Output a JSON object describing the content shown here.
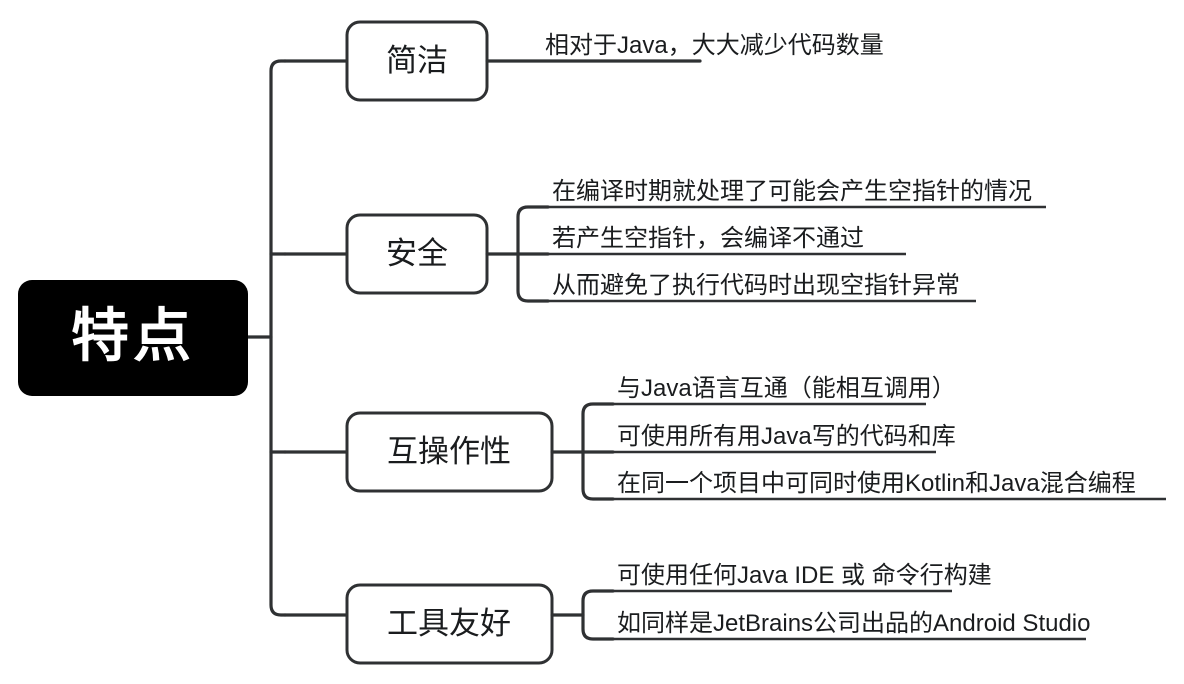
{
  "diagram": {
    "type": "mind-map",
    "direction": "left-to-right",
    "background_color": "#ffffff",
    "line_color": "#2f3133",
    "root": {
      "label": "特点",
      "fill_color": "#000000",
      "text_color": "#ffffff"
    },
    "branches": [
      {
        "label": "简洁",
        "leaves": [
          "相对于Java，大大减少代码数量"
        ]
      },
      {
        "label": "安全",
        "leaves": [
          "在编译时期就处理了可能会产生空指针的情况",
          "若产生空指针，会编译不通过",
          "从而避免了执行代码时出现空指针异常"
        ]
      },
      {
        "label": "互操作性",
        "leaves": [
          "与Java语言互通（能相互调用）",
          "可使用所有用Java写的代码和库",
          "在同一个项目中可同时使用Kotlin和Java混合编程"
        ]
      },
      {
        "label": "工具友好",
        "leaves": [
          "可使用任何Java IDE 或 命令行构建",
          "如同样是JetBrains公司出品的Android Studio"
        ]
      }
    ]
  }
}
